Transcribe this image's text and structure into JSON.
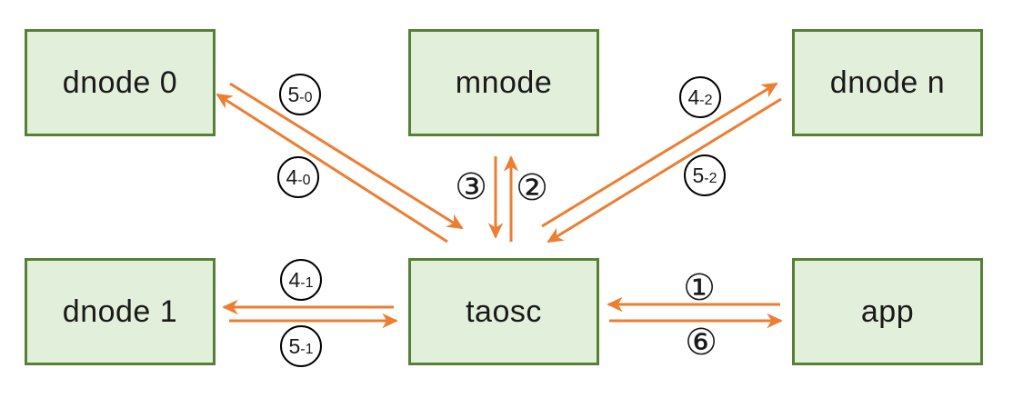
{
  "diagram": {
    "nodes": {
      "dnode0": {
        "label": "dnode 0"
      },
      "mnode": {
        "label": "mnode"
      },
      "dnoden": {
        "label": "dnode n"
      },
      "dnode1": {
        "label": "dnode 1"
      },
      "taosc": {
        "label": "taosc"
      },
      "app": {
        "label": "app"
      }
    },
    "edge_labels": {
      "e1": "①",
      "e2": "②",
      "e3": "③",
      "e6": "⑥",
      "e40": "4-0",
      "e50": "5-0",
      "e41": "4-1",
      "e51": "5-1",
      "e42": "4-2",
      "e52": "5-2"
    },
    "edges": [
      {
        "from": "app",
        "to": "taosc",
        "label": "①"
      },
      {
        "from": "taosc",
        "to": "mnode",
        "label": "②"
      },
      {
        "from": "mnode",
        "to": "taosc",
        "label": "③"
      },
      {
        "from": "taosc",
        "to": "dnode0",
        "label": "4-0"
      },
      {
        "from": "dnode0",
        "to": "taosc",
        "label": "5-0"
      },
      {
        "from": "taosc",
        "to": "dnode1",
        "label": "4-1"
      },
      {
        "from": "dnode1",
        "to": "taosc",
        "label": "5-1"
      },
      {
        "from": "taosc",
        "to": "dnoden",
        "label": "4-2"
      },
      {
        "from": "dnoden",
        "to": "taosc",
        "label": "5-2"
      },
      {
        "from": "taosc",
        "to": "app",
        "label": "⑥"
      }
    ],
    "colors": {
      "background": "#ffffff",
      "node_fill": "#e2efda",
      "node_border": "#548235",
      "arrow": "#ed7d31",
      "circle_border": "#000000",
      "text": "#1a1a1a"
    }
  }
}
